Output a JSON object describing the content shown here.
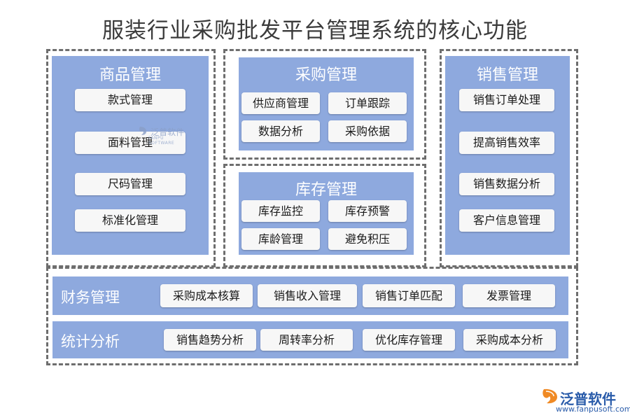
{
  "title": "服装行业采购批发平台管理系统的核心功能",
  "colors": {
    "panel": "#8ea9de",
    "button": "#f7f7f7",
    "dashed_border": "#6e6e6e",
    "title": "#3b3b3b"
  },
  "goods": {
    "title": "商品管理",
    "items": [
      "款式管理",
      "面料管理",
      "尺码管理",
      "标准化管理"
    ]
  },
  "purchase": {
    "title": "采购管理",
    "items": [
      "供应商管理",
      "订单跟踪",
      "数据分析",
      "采购依据"
    ]
  },
  "inventory": {
    "title": "库存管理",
    "items": [
      "库存监控",
      "库存预警",
      "库龄管理",
      "避免积压"
    ]
  },
  "sales": {
    "title": "销售管理",
    "items": [
      "销售订单处理",
      "提高销售效率",
      "销售数据分析",
      "客户信息管理"
    ]
  },
  "finance": {
    "title": "财务管理",
    "items": [
      "采购成本核算",
      "销售收入管理",
      "销售订单匹配",
      "发票管理"
    ]
  },
  "stats": {
    "title": "统计分析",
    "items": [
      "销售趋势分析",
      "周转率分析",
      "优化库存管理",
      "采购成本分析"
    ]
  },
  "watermark": {
    "icon": "fanpu-logo-icon",
    "name": "泛普软件",
    "sub": "FANPU SOFTWARE"
  },
  "logo": {
    "icon": "fanpu-logo-icon",
    "name": "泛普软件",
    "url": "www.fanpusoft.com"
  }
}
